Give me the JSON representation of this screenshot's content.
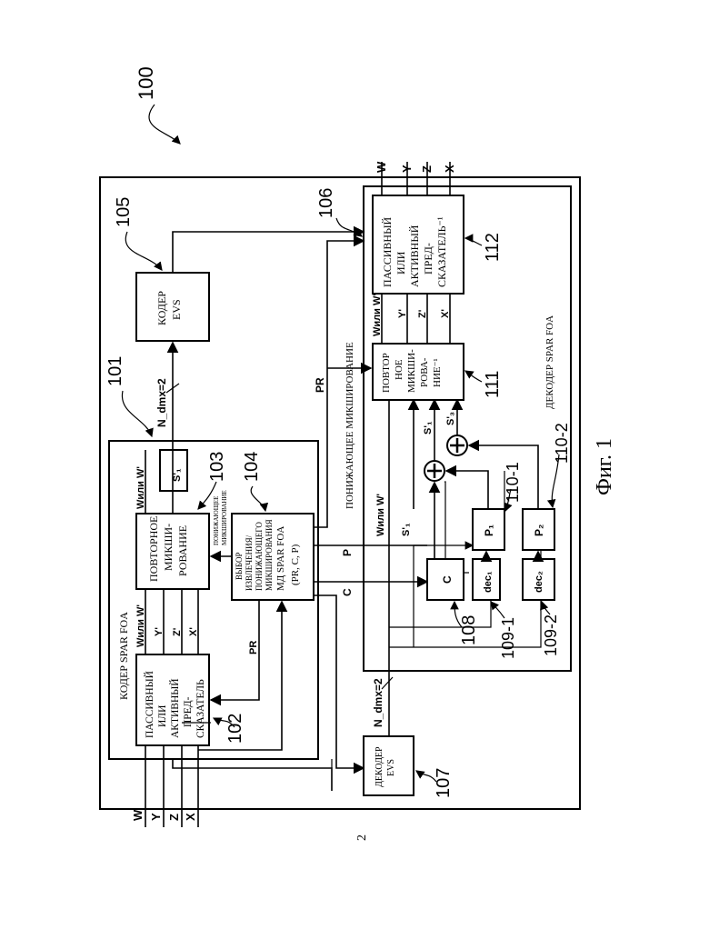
{
  "page_number": "2",
  "figure_caption": "Фиг. 1",
  "refs": {
    "r100": "100",
    "r101": "101",
    "r102": "102",
    "r103": "103",
    "r104": "104",
    "r105": "105",
    "r106": "106",
    "r107": "107",
    "r108": "108",
    "r109_1": "109-1",
    "r109_2": "109-2",
    "r110_1": "110-1",
    "r110_2": "110-2",
    "r111": "111",
    "r112": "112"
  },
  "encoder": {
    "title": "КОДЕР SPAR FOA",
    "inputs": [
      "W",
      "Y",
      "Z",
      "X"
    ],
    "predictor_lines": [
      "ПАССИВНЫЙ",
      "ИЛИ",
      "АКТИВНЫЙ",
      "ПРЕД-",
      "СКАЗАТЕЛЬ"
    ],
    "remix_lines": [
      "ПОВТОРНОЕ",
      "МИКШИ-",
      "РОВАНИЕ"
    ],
    "downmix_lines": [
      "ВЫБОР",
      "ИЗВЛЕЧЕНИЯ/",
      "ПОНИЖАЮЩЕГО",
      "МИКШИРОВАНИЯ",
      "МД SPAR FOA",
      "(PR, C, P)"
    ],
    "downmix_small": [
      "ПОНИЖАЮЩЕЕ",
      "МИКШИРОВАНИЕ"
    ],
    "w_label": "Wили W'",
    "y_label": "Y'",
    "z_label": "Z'",
    "x_label": "X'",
    "s_label": "S'₁",
    "pr_label": "PR"
  },
  "evs_encoder_lines": [
    "КОДЕР",
    "EVS"
  ],
  "evs_decoder_lines": [
    "ДЕКОДЕР",
    "EVS"
  ],
  "n_dmx_top": "N_dmx=2",
  "n_dmx_bottom": "N_dmx=2",
  "bitstream": {
    "pr": "PR",
    "p": "P",
    "c": "C",
    "downmix_label": "ПОНИЖАЮЩЕЕ МИКШИРОВАНИЕ"
  },
  "decoder": {
    "title": "ДЕКОДЕР SPAR FOA",
    "upmix_lines": [
      "ПОВТОР",
      "НОЕ",
      "МИКШИ-",
      "РОВА-",
      "НИЕ⁻¹"
    ],
    "predictor_lines": [
      "ПАССИВНЫЙ",
      "ИЛИ",
      "АКТИВНЫЙ",
      "ПРЕД-",
      "СКАЗАТЕЛЬ⁻¹"
    ],
    "w_label": "Wили W'",
    "y_label": "Y'",
    "z_label": "Z'",
    "x_label": "X'",
    "s1_label": "S'₁",
    "s1b_label": "S'₁",
    "s3_label": "S'₃",
    "c_box": "C",
    "dec1": "dec₁",
    "dec2": "dec₂",
    "p1": "P₁",
    "p2": "P₂",
    "outputs": [
      "W",
      "Y",
      "Z",
      "X"
    ]
  }
}
